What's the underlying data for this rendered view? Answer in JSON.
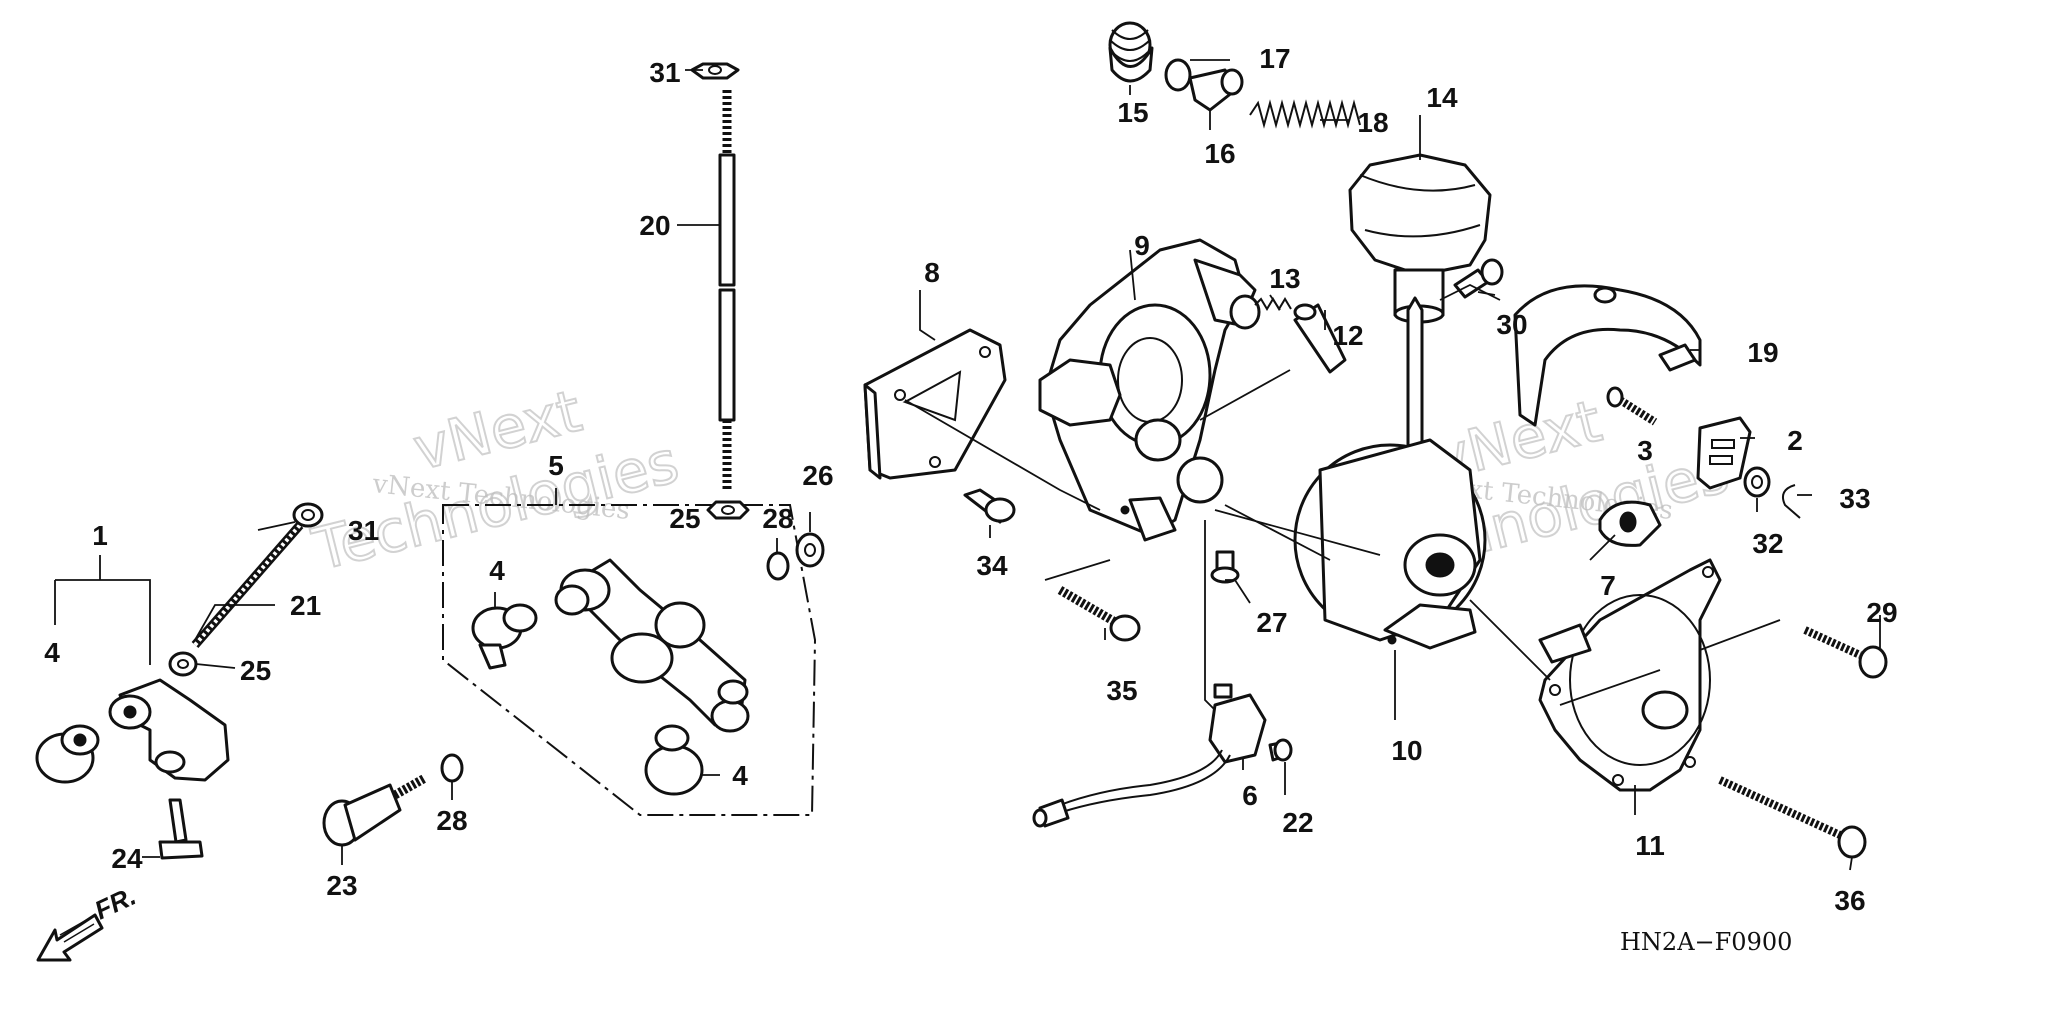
{
  "diagram": {
    "code": "HN2A−F0900",
    "direction_label": "FR.",
    "watermarks": [
      {
        "line1": "vNext",
        "line2": "Technologies",
        "small": "vNext Technologies"
      },
      {
        "line1": "vNext",
        "line2": "Technologies",
        "small": "vNext Technologies"
      }
    ],
    "labels": {
      "l1": "1",
      "l2": "2",
      "l3": "3",
      "l4a": "4",
      "l4b": "4",
      "l4c": "4",
      "l5": "5",
      "l6": "6",
      "l7": "7",
      "l8": "8",
      "l9": "9",
      "l10": "10",
      "l11": "11",
      "l12": "12",
      "l13": "13",
      "l14": "14",
      "l15": "15",
      "l16": "16",
      "l17": "17",
      "l18": "18",
      "l19": "19",
      "l20": "20",
      "l21": "21",
      "l22": "22",
      "l23": "23",
      "l24": "24",
      "l25a": "25",
      "l25b": "25",
      "l26": "26",
      "l27": "27",
      "l28a": "28",
      "l28b": "28",
      "l29": "29",
      "l30": "30",
      "l31a": "31",
      "l31b": "31",
      "l32": "32",
      "l33": "33",
      "l34": "34",
      "l35": "35",
      "l36": "36"
    }
  }
}
